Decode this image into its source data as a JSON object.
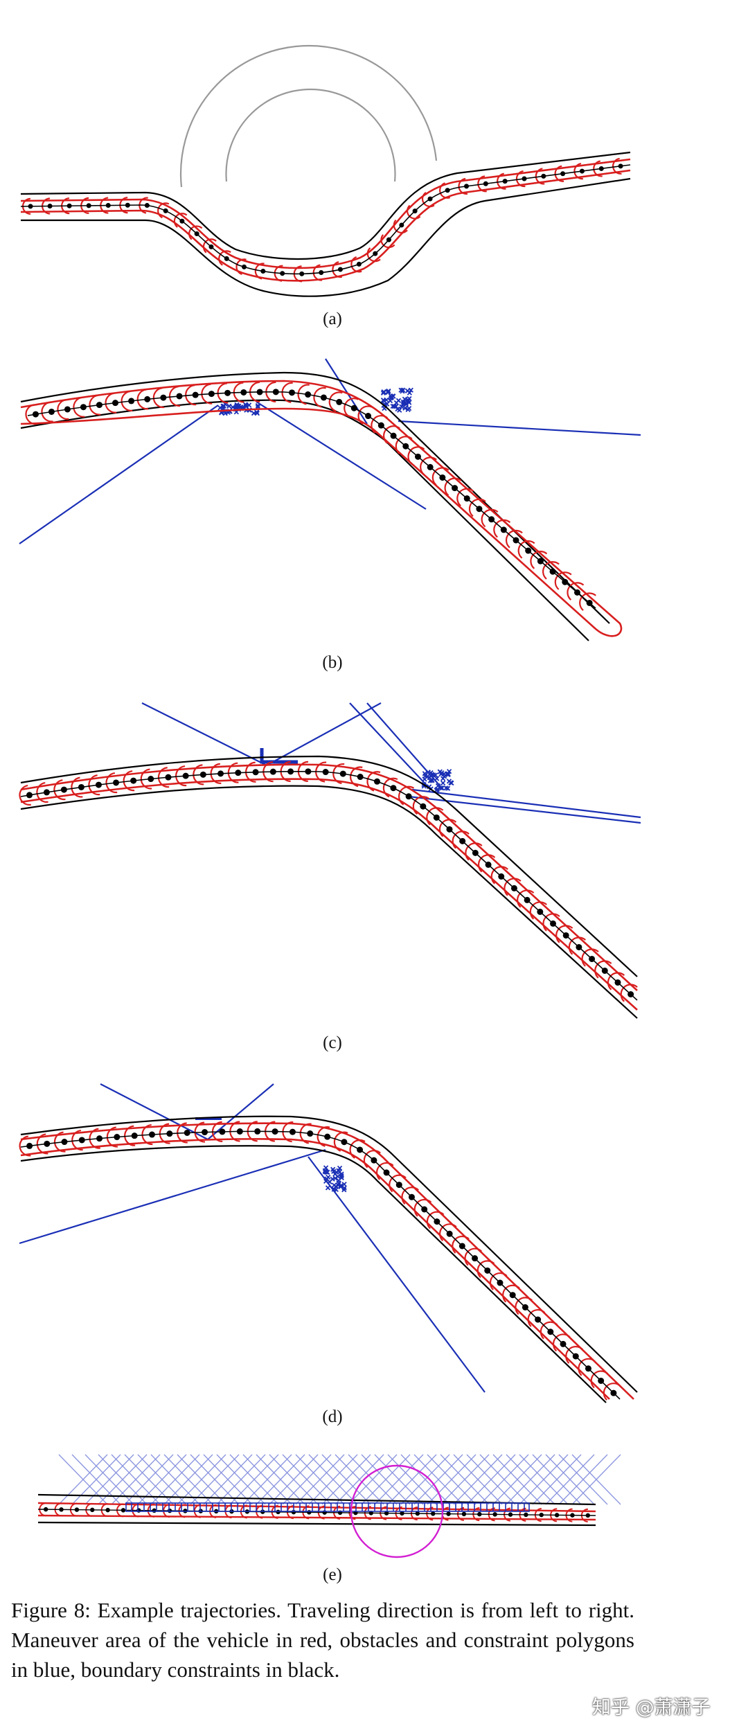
{
  "figure": {
    "subfigures": [
      {
        "id": "a",
        "label": "(a)"
      },
      {
        "id": "b",
        "label": "(b)"
      },
      {
        "id": "c",
        "label": "(c)"
      },
      {
        "id": "d",
        "label": "(d)"
      },
      {
        "id": "e",
        "label": "(e)"
      }
    ],
    "caption": "Figure 8: Example trajectories. Traveling direction is from left to right. Maneuver area of the vehicle in red, obstacles and constraint polygons in blue, boundary constraints in black.",
    "colors": {
      "maneuver_area": "#d81e1e",
      "obstacles": "#1a2fb5",
      "boundary": "#000000",
      "waypoints": "#000000",
      "track_arcs": "#999999",
      "highlight_circle": "#d21fd2"
    }
  },
  "watermark": "知乎 @萧潇子"
}
